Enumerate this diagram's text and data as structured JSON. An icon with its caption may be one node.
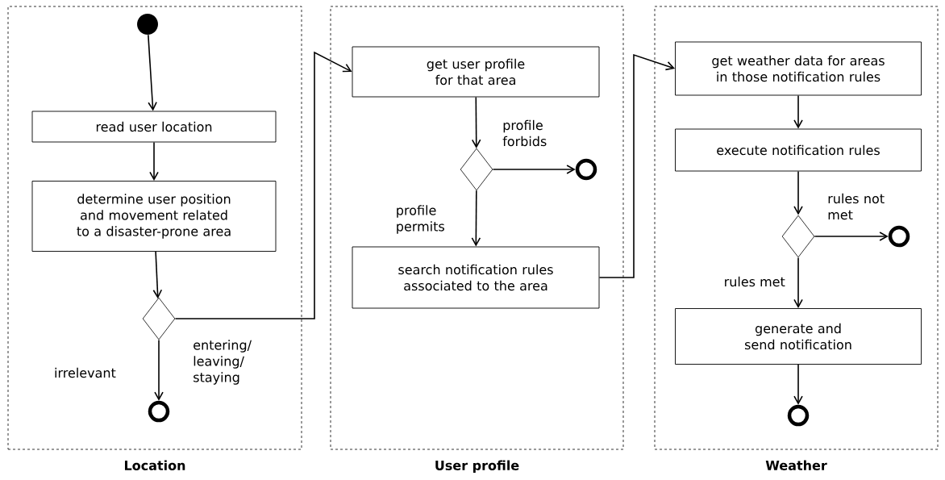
{
  "diagram": {
    "nodes": [
      {
        "text": [
          "Location"
        ]
      },
      {
        "text": [],
        "shape": "circle",
        "in": 0
      },
      {
        "text": [
          "read user location"
        ],
        "in": 0
      },
      {
        "text": [
          "determine user position and movement related to a disaster-prone area"
        ],
        "in": 0
      },
      {
        "text": [],
        "shape": "diamond",
        "in": 0
      },
      {
        "text": [],
        "shape": "circle",
        "in": 0
      },
      {
        "text": [
          "User profile"
        ]
      },
      {
        "text": [
          "get user profile for that area"
        ],
        "in": 6
      },
      {
        "text": [],
        "shape": "diamond",
        "in": 6
      },
      {
        "text": [],
        "shape": "circle",
        "in": 6
      },
      {
        "text": [
          "search notification rules associated to the area"
        ],
        "in": 6
      },
      {
        "text": [
          "Weather"
        ]
      },
      {
        "text": [
          "get weather data for areas in those notification rules"
        ],
        "in": 11
      },
      {
        "text": [
          "execute notification rules"
        ],
        "in": 11
      },
      {
        "text": [],
        "shape": "diamond",
        "in": 11
      },
      {
        "text": [],
        "shape": "circle",
        "in": 11
      },
      {
        "text": [
          "generate and send notification"
        ],
        "in": 11
      },
      {
        "text": [],
        "shape": "circle",
        "in": 11
      }
    ],
    "edges": [
      {
        "from": 1,
        "to": 2,
        "arrow": "to"
      },
      {
        "from": 2,
        "to": 3,
        "arrow": "to"
      },
      {
        "from": 3,
        "to": 4,
        "arrow": "to"
      },
      {
        "from": 4,
        "to": 5,
        "arrow": "to",
        "label": "irrelevant"
      },
      {
        "from": 4,
        "to": 7,
        "arrow": "to",
        "label": "entering/ leaving/ staying"
      },
      {
        "from": 7,
        "to": 8,
        "arrow": "to"
      },
      {
        "from": 8,
        "to": 9,
        "arrow": "to",
        "label": "profile forbids"
      },
      {
        "from": 8,
        "to": 10,
        "arrow": "to",
        "label": "profile permits"
      },
      {
        "from": 10,
        "to": 12,
        "arrow": "to"
      },
      {
        "from": 12,
        "to": 13,
        "arrow": "to"
      },
      {
        "from": 13,
        "to": 14,
        "arrow": "to"
      },
      {
        "from": 14,
        "to": 15,
        "arrow": "to",
        "label": "rules not met"
      },
      {
        "from": 14,
        "to": 16,
        "arrow": "to",
        "label": "rules met"
      },
      {
        "from": 16,
        "to": 17,
        "arrow": "to"
      }
    ]
  }
}
